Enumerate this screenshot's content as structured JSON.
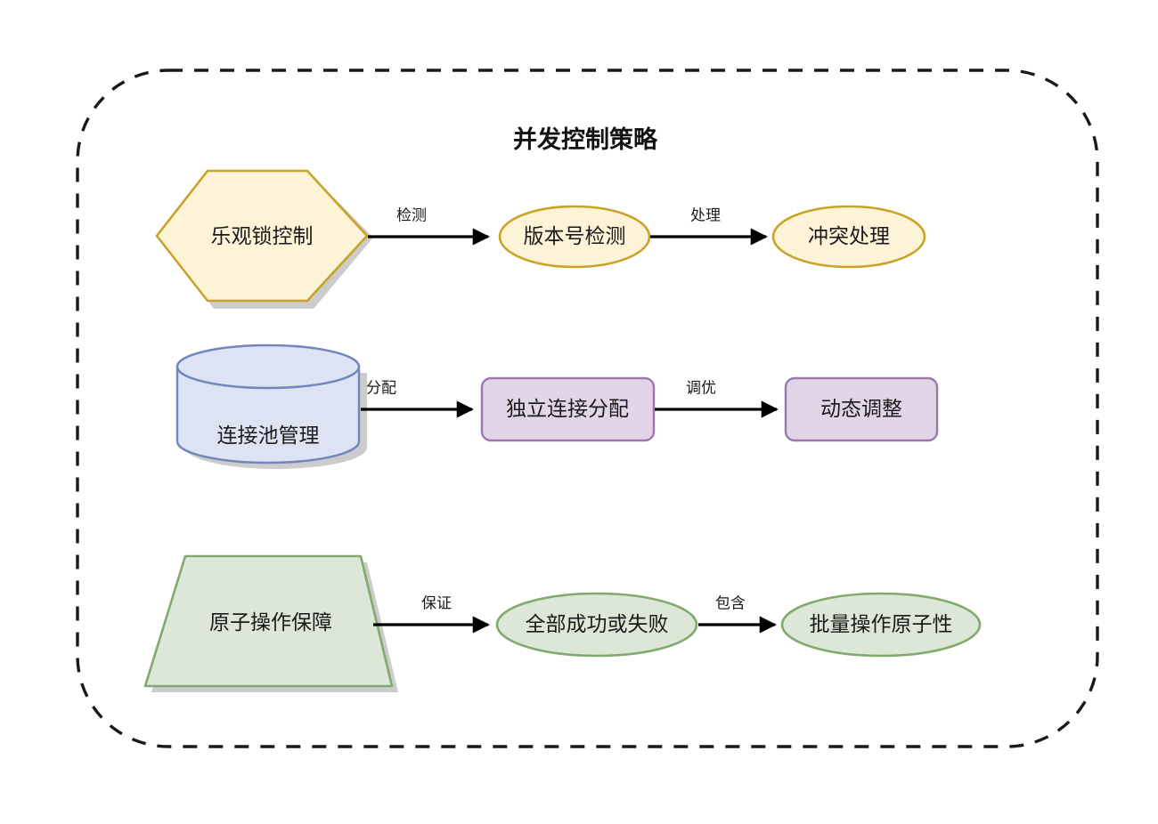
{
  "diagram": {
    "title": "并发控制策略",
    "container": {
      "name": "并发控制策略",
      "border_style": "dashed",
      "border_color": "#1a1a1a"
    },
    "palette": {
      "yellow_fill": "#fdf3d7",
      "yellow_stroke": "#c9a227",
      "blue_fill": "#dde3f3",
      "blue_stroke": "#7186bd",
      "purple_fill": "#e2d5e8",
      "purple_stroke": "#9a78ab",
      "green_fill": "#dde7d8",
      "green_stroke": "#82aa6e",
      "shadow": "#b8b8b8",
      "edge": "#000000",
      "text": "#1a1a1a"
    },
    "groups": [
      {
        "id": "optimistic-lock",
        "accent": "yellow",
        "nodes": [
          {
            "id": "optimistic-lock-control",
            "label": "乐观锁控制",
            "shape": "hexagon"
          },
          {
            "id": "version-check",
            "label": "版本号检测",
            "shape": "ellipse"
          },
          {
            "id": "conflict-handling",
            "label": "冲突处理",
            "shape": "ellipse"
          }
        ],
        "edges": [
          {
            "from": "optimistic-lock-control",
            "to": "version-check",
            "label": "检测"
          },
          {
            "from": "version-check",
            "to": "conflict-handling",
            "label": "处理"
          }
        ]
      },
      {
        "id": "connection-pool",
        "accent": "blue",
        "nodes": [
          {
            "id": "connection-pool-management",
            "label": "连接池管理",
            "shape": "cylinder"
          },
          {
            "id": "independent-connection-allocation",
            "label": "独立连接分配",
            "shape": "rounded-rect"
          },
          {
            "id": "dynamic-adjustment",
            "label": "动态调整",
            "shape": "rounded-rect"
          }
        ],
        "edges": [
          {
            "from": "connection-pool-management",
            "to": "independent-connection-allocation",
            "label": "分配"
          },
          {
            "from": "independent-connection-allocation",
            "to": "dynamic-adjustment",
            "label": "调优"
          }
        ]
      },
      {
        "id": "atomic-operation",
        "accent": "green",
        "nodes": [
          {
            "id": "atomic-operation-guarantee",
            "label": "原子操作保障",
            "shape": "trapezoid"
          },
          {
            "id": "all-succeed-or-fail",
            "label": "全部成功或失败",
            "shape": "ellipse"
          },
          {
            "id": "batch-operation-atomicity",
            "label": "批量操作原子性",
            "shape": "ellipse"
          }
        ],
        "edges": [
          {
            "from": "atomic-operation-guarantee",
            "to": "all-succeed-or-fail",
            "label": "保证"
          },
          {
            "from": "all-succeed-or-fail",
            "to": "batch-operation-atomicity",
            "label": "包含"
          }
        ]
      }
    ]
  }
}
